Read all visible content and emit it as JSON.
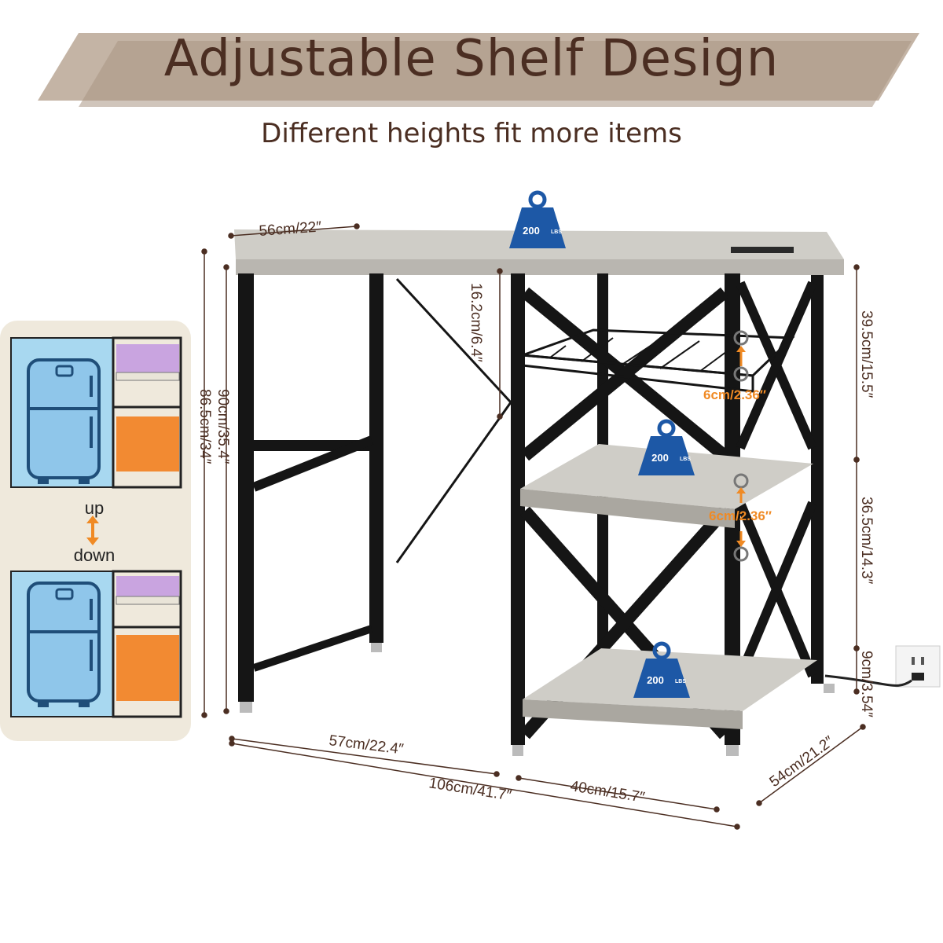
{
  "header": {
    "title": "Adjustable Shelf Design",
    "subtitle": "Different heights fit more items"
  },
  "panel": {
    "up_label": "up",
    "down_label": "down"
  },
  "weight_badge": {
    "value": "200",
    "unit": "LBS"
  },
  "dimensions": {
    "top_depth": "56cm/22″",
    "gap_top": "16.2cm/6.4″",
    "height_inner": "86.5cm/34″",
    "height_total": "90cm/35.4″",
    "tier_top": "39.5cm/15.5″",
    "tier_mid": "36.5cm/14.3″",
    "tier_bottom": "9cm/3.54″",
    "left_width": "57cm/22.4″",
    "total_width": "106cm/41.7″",
    "right_width": "40cm/15.7″",
    "side_depth": "54cm/21.2″",
    "adjust_1": "6cm/2.36″",
    "adjust_2": "6cm/2.36″"
  },
  "colors": {
    "brown": "#4b2e22",
    "banner_tan": "#b7a594",
    "orange": "#f08a24",
    "badge_blue": "#1d58a6",
    "frame": "#151515",
    "wood": "#c9c7c1"
  }
}
